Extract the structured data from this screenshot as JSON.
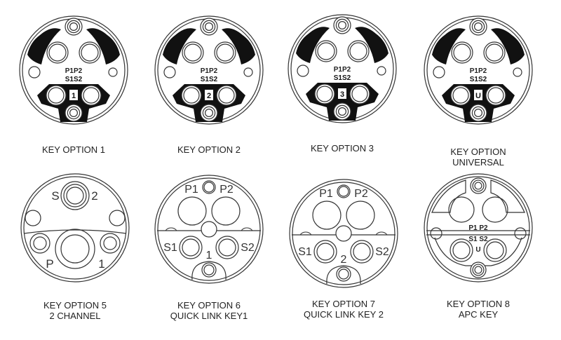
{
  "colors": {
    "line": "#333333",
    "fill_dark": "#111111",
    "background": "#ffffff"
  },
  "connectors": [
    {
      "caption": [
        "KEY OPTION 1"
      ],
      "style": "black",
      "labels": {
        "top": "P1P2",
        "box": "S1S2",
        "key": "1"
      }
    },
    {
      "caption": [
        "KEY OPTION 2"
      ],
      "style": "black",
      "labels": {
        "top": "P1P2",
        "box": "S1S2",
        "key": "2"
      }
    },
    {
      "caption": [
        "KEY OPTION 3"
      ],
      "style": "black",
      "labels": {
        "top": "P1P2",
        "box": "S1S2",
        "key": "3"
      }
    },
    {
      "caption": [
        "KEY OPTION",
        "UNIVERSAL"
      ],
      "style": "black",
      "labels": {
        "top": "P1P2",
        "box": "S1S2",
        "key": "U"
      }
    },
    {
      "caption": [
        "KEY OPTION 5",
        "2 CHANNEL"
      ],
      "style": "two-channel",
      "labels": {
        "s": "S",
        "two": "2",
        "p": "P",
        "one": "1"
      }
    },
    {
      "caption": [
        "KEY OPTION 6",
        "QUICK LINK KEY1"
      ],
      "style": "quick-link",
      "labels": {
        "p1": "P1",
        "p2": "P2",
        "s1": "S1",
        "s2": "S2",
        "key": "1"
      }
    },
    {
      "caption": [
        "KEY OPTION 7",
        "QUICK LINK KEY 2"
      ],
      "style": "quick-link",
      "labels": {
        "p1": "P1",
        "p2": "P2",
        "s1": "S1",
        "s2": "S2",
        "key": "2"
      }
    },
    {
      "caption": [
        "KEY OPTION 8",
        "APC KEY"
      ],
      "style": "apc",
      "labels": {
        "top": "P1 P2",
        "mid": "S1 S2",
        "key": "U"
      }
    }
  ]
}
